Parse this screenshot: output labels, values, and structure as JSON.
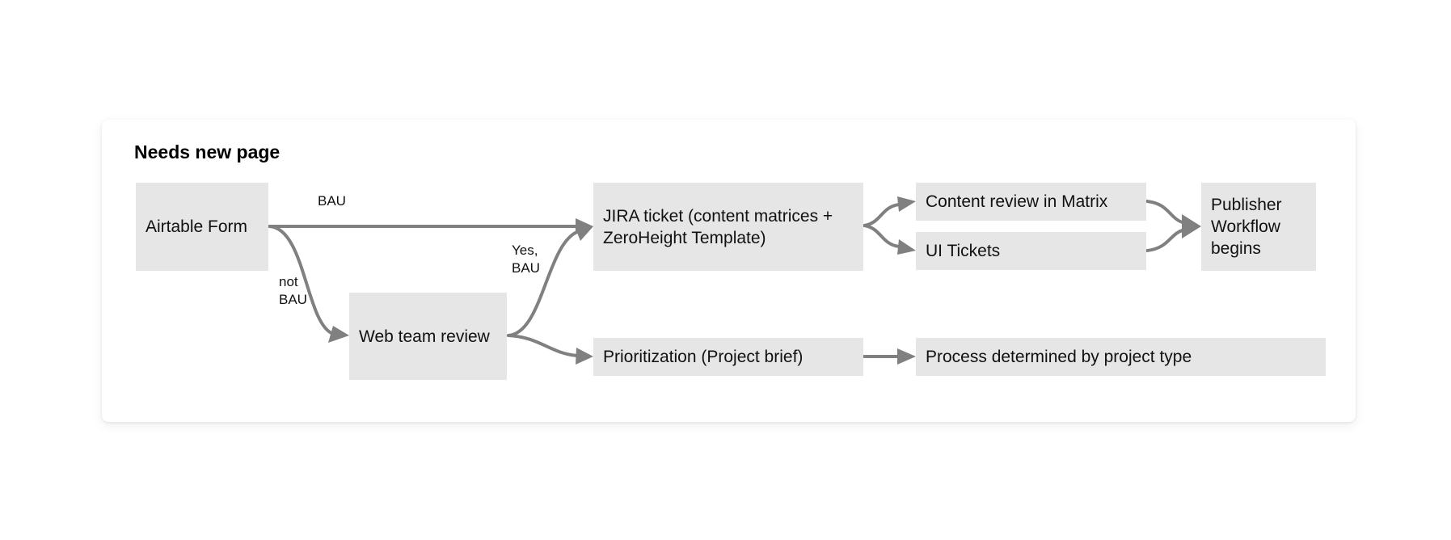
{
  "diagram": {
    "title": "Needs new page",
    "nodes": {
      "airtable_form": "Airtable Form",
      "web_team_review": "Web team review",
      "jira_ticket": "JIRA ticket (content matrices +\nZeroHeight Template)",
      "prioritization": "Prioritization (Project brief)",
      "content_review": "Content review in Matrix",
      "ui_tickets": "UI Tickets",
      "publisher_workflow": "Publisher\nWorkflow\nbegins",
      "process_determined": "Process determined by project type"
    },
    "edge_labels": {
      "bau": "BAU",
      "not_bau": "not\nBAU",
      "yes_bau": "Yes,\nBAU"
    },
    "edges": [
      {
        "from": "Airtable Form",
        "to": "JIRA ticket (content matrices + ZeroHeight Template)",
        "label": "BAU"
      },
      {
        "from": "Airtable Form",
        "to": "Web team review",
        "label": "not BAU"
      },
      {
        "from": "Web team review",
        "to": "JIRA ticket (content matrices + ZeroHeight Template)",
        "label": "Yes, BAU"
      },
      {
        "from": "Web team review",
        "to": "Prioritization (Project brief)",
        "label": ""
      },
      {
        "from": "JIRA ticket (content matrices + ZeroHeight Template)",
        "to": "Content review in Matrix",
        "label": ""
      },
      {
        "from": "JIRA ticket (content matrices + ZeroHeight Template)",
        "to": "UI Tickets",
        "label": ""
      },
      {
        "from": "Content review in Matrix",
        "to": "Publisher Workflow begins",
        "label": ""
      },
      {
        "from": "UI Tickets",
        "to": "Publisher Workflow begins",
        "label": ""
      },
      {
        "from": "Prioritization (Project brief)",
        "to": "Process determined by project type",
        "label": ""
      }
    ],
    "colors": {
      "node_fill": "#e6e6e6",
      "edge": "#808080",
      "card": "#ffffff"
    }
  }
}
